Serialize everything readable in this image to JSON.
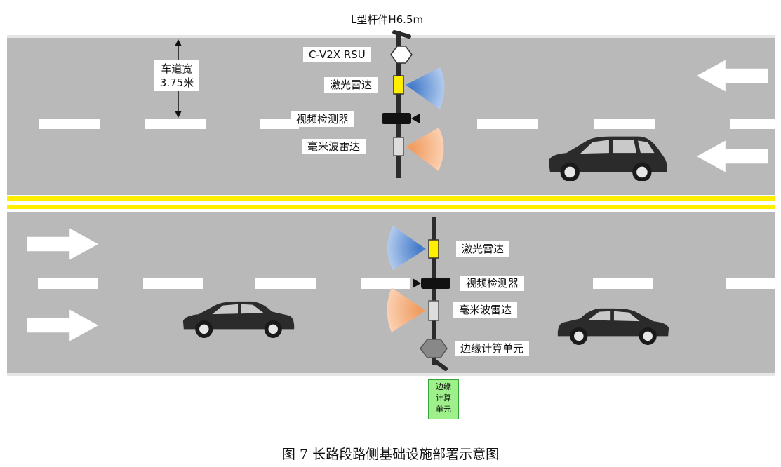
{
  "pole_title": "L型杆件H6.5m",
  "lane_width_label": [
    "车道宽",
    "3.75米"
  ],
  "upper_devices": {
    "rsu": "C-V2X RSU",
    "lidar": "激光雷达",
    "camera": "视频检测器",
    "mmwave": "毫米波雷达"
  },
  "lower_devices": {
    "lidar": "激光雷达",
    "camera": "视频检测器",
    "mmwave": "毫米波雷达",
    "edge": "边缘计算单元"
  },
  "edge_box_lines": [
    "边缘",
    "计算",
    "单元"
  ],
  "caption": "图 7 长路段路侧基础设施部署示意图",
  "colors": {
    "road": "#b9b9b9",
    "center_line": "#ffee00",
    "lane_dash": "#ffffff",
    "lidar_beam": "#7fa8dd",
    "mmwave_beam": "#f5b383",
    "lidar_box": "#ffee00",
    "edge_box": "#9ef08a",
    "car": "#2b2b2b"
  }
}
